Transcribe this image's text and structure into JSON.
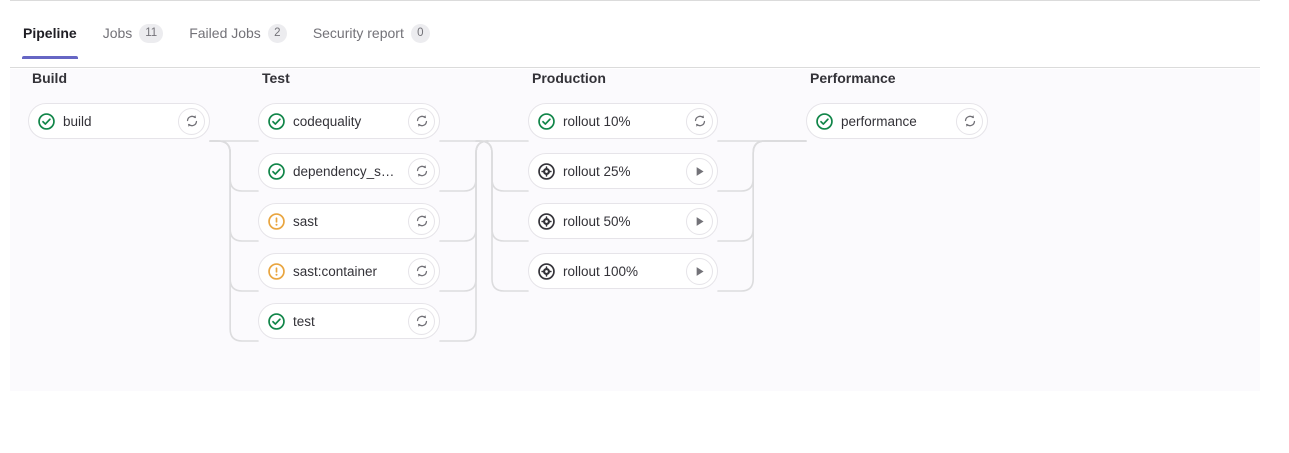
{
  "tabs": [
    {
      "label": "Pipeline",
      "badge": null,
      "active": true
    },
    {
      "label": "Jobs",
      "badge": "11",
      "active": false
    },
    {
      "label": "Failed Jobs",
      "badge": "2",
      "active": false
    },
    {
      "label": "Security report",
      "badge": "0",
      "active": false
    }
  ],
  "pipeline": {
    "stages": [
      {
        "name": "Build",
        "jobs": [
          {
            "name": "build",
            "status": "success",
            "status_icon": "status-success-icon",
            "action": "retry",
            "action_icon": "retry-icon"
          }
        ]
      },
      {
        "name": "Test",
        "jobs": [
          {
            "name": "codequality",
            "status": "success",
            "status_icon": "status-success-icon",
            "action": "retry",
            "action_icon": "retry-icon"
          },
          {
            "name": "dependency_s…",
            "status": "success",
            "status_icon": "status-success-icon",
            "action": "retry",
            "action_icon": "retry-icon"
          },
          {
            "name": "sast",
            "status": "warning",
            "status_icon": "status-warning-icon",
            "action": "retry",
            "action_icon": "retry-icon"
          },
          {
            "name": "sast:container",
            "status": "warning",
            "status_icon": "status-warning-icon",
            "action": "retry",
            "action_icon": "retry-icon"
          },
          {
            "name": "test",
            "status": "success",
            "status_icon": "status-success-icon",
            "action": "retry",
            "action_icon": "retry-icon"
          }
        ]
      },
      {
        "name": "Production",
        "jobs": [
          {
            "name": "rollout 10%",
            "status": "success",
            "status_icon": "status-success-icon",
            "action": "retry",
            "action_icon": "retry-icon"
          },
          {
            "name": "rollout 25%",
            "status": "manual",
            "status_icon": "status-manual-icon",
            "action": "play",
            "action_icon": "play-icon"
          },
          {
            "name": "rollout 50%",
            "status": "manual",
            "status_icon": "status-manual-icon",
            "action": "play",
            "action_icon": "play-icon"
          },
          {
            "name": "rollout 100%",
            "status": "manual",
            "status_icon": "status-manual-icon",
            "action": "play",
            "action_icon": "play-icon"
          }
        ]
      },
      {
        "name": "Performance",
        "jobs": [
          {
            "name": "performance",
            "status": "success",
            "status_icon": "status-success-icon",
            "action": "retry",
            "action_icon": "retry-icon"
          }
        ]
      }
    ]
  },
  "colors": {
    "success": "#108548",
    "warning": "#ab6100",
    "warning_stroke": "#e9a53f",
    "manual": "#333238",
    "active_tab_underline": "#6666c4",
    "panel_background": "#fbfafd",
    "link_line": "#dcdcde"
  }
}
